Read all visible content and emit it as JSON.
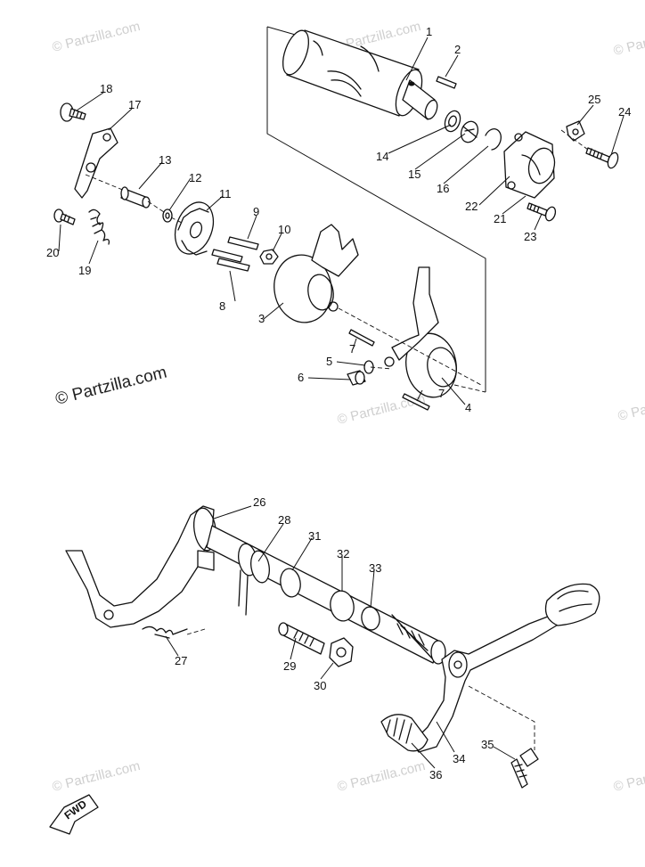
{
  "diagram": {
    "watermark_text": "© Partzilla.com",
    "fwd_label": "FWD",
    "part_numbers": [
      "1",
      "2",
      "3",
      "4",
      "5",
      "6",
      "7",
      "7",
      "8",
      "9",
      "10",
      "11",
      "12",
      "13",
      "14",
      "15",
      "16",
      "17",
      "18",
      "19",
      "20",
      "21",
      "22",
      "23",
      "24",
      "25",
      "26",
      "27",
      "28",
      "29",
      "30",
      "31",
      "32",
      "33",
      "34",
      "35",
      "36"
    ]
  }
}
